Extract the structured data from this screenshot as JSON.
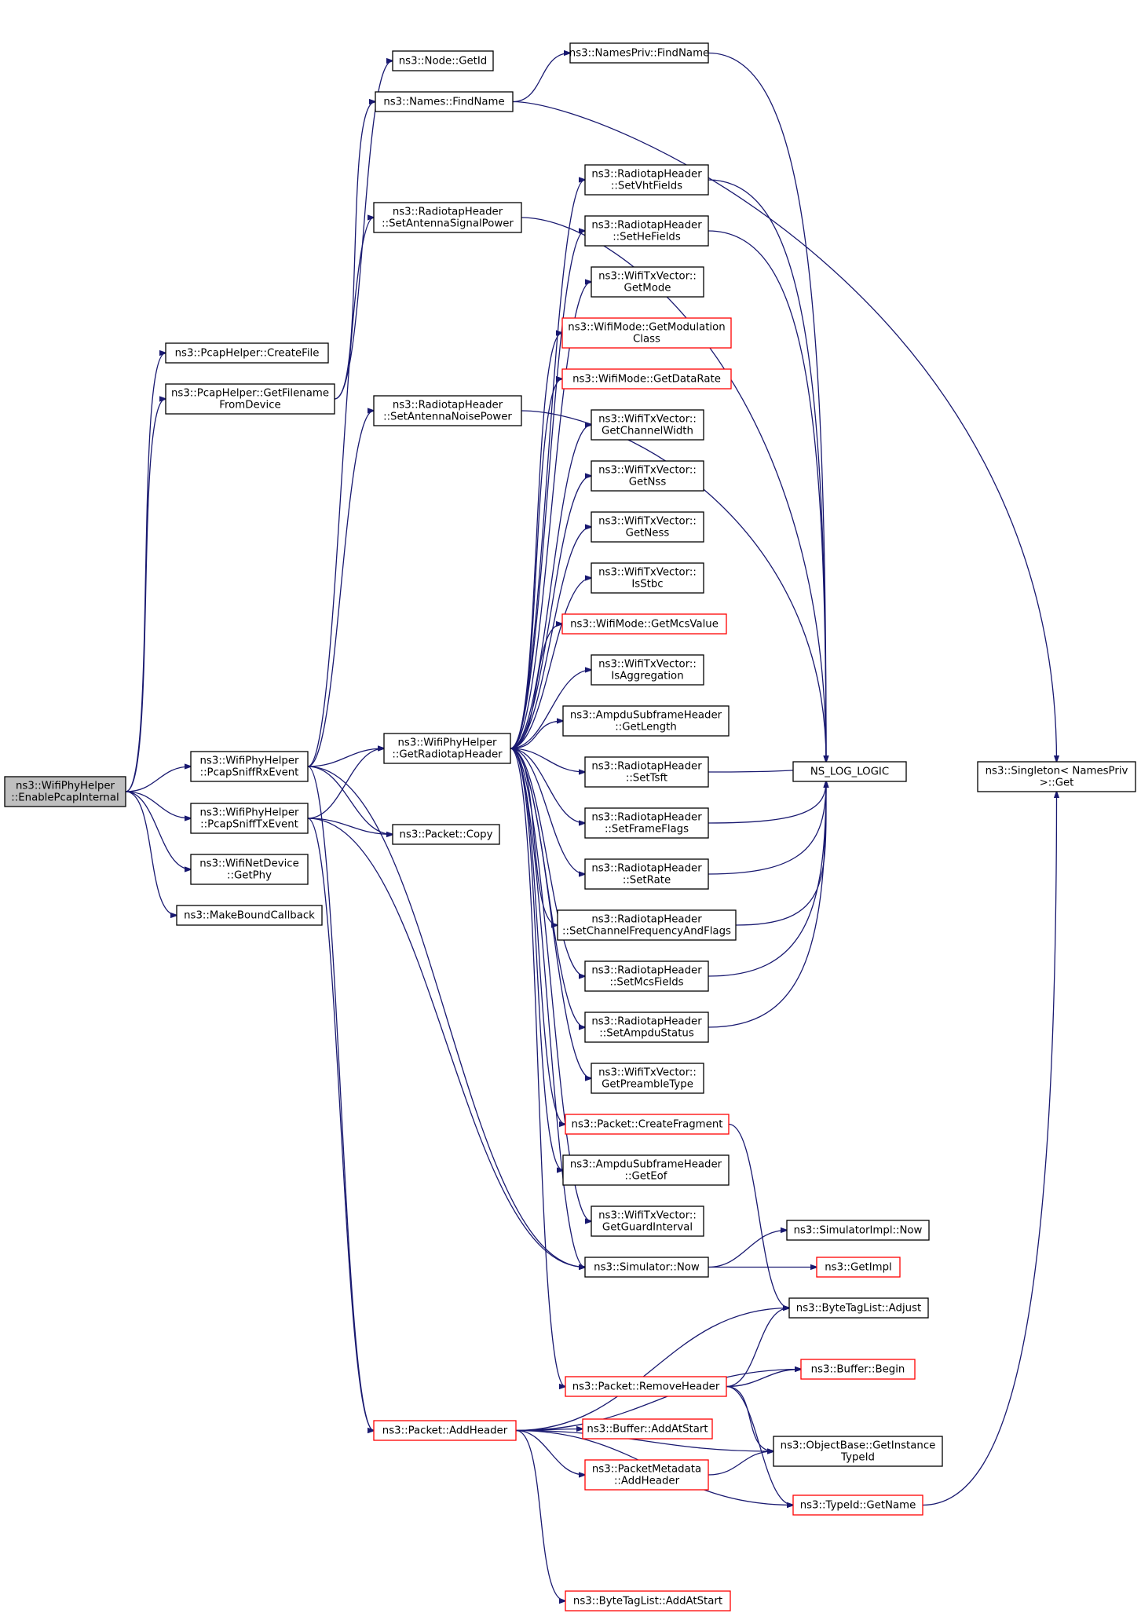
{
  "diagram": {
    "colors": {
      "edge": "#191970",
      "border": "#000000",
      "red_border": "#ff0000",
      "highlight_fill": "#bfbfbf",
      "fill": "#ffffff"
    },
    "nodes": [
      {
        "id": "enable",
        "lines": [
          "ns3::WifiPhyHelper",
          "::EnablePcapInternal"
        ],
        "style": "highlight"
      },
      {
        "id": "createfile",
        "lines": [
          "ns3::PcapHelper::CreateFile"
        ],
        "style": "normal"
      },
      {
        "id": "getfilename",
        "lines": [
          "ns3::PcapHelper::GetFilename",
          "FromDevice"
        ],
        "style": "normal"
      },
      {
        "id": "rxevent",
        "lines": [
          "ns3::WifiPhyHelper",
          "::PcapSniffRxEvent"
        ],
        "style": "normal"
      },
      {
        "id": "txevent",
        "lines": [
          "ns3::WifiPhyHelper",
          "::PcapSniffTxEvent"
        ],
        "style": "normal"
      },
      {
        "id": "getphy",
        "lines": [
          "ns3::WifiNetDevice",
          "::GetPhy"
        ],
        "style": "normal"
      },
      {
        "id": "makebound",
        "lines": [
          "ns3::MakeBoundCallback"
        ],
        "style": "normal"
      },
      {
        "id": "nodegetid",
        "lines": [
          "ns3::Node::GetId"
        ],
        "style": "normal"
      },
      {
        "id": "namesfind",
        "lines": [
          "ns3::Names::FindName"
        ],
        "style": "normal"
      },
      {
        "id": "nameprivfind",
        "lines": [
          "ns3::NamesPriv::FindName"
        ],
        "style": "normal"
      },
      {
        "id": "antsig",
        "lines": [
          "ns3::RadiotapHeader",
          "::SetAntennaSignalPower"
        ],
        "style": "normal"
      },
      {
        "id": "antnoise",
        "lines": [
          "ns3::RadiotapHeader",
          "::SetAntennaNoisePower"
        ],
        "style": "normal"
      },
      {
        "id": "getradiotap",
        "lines": [
          "ns3::WifiPhyHelper",
          "::GetRadiotapHeader"
        ],
        "style": "normal"
      },
      {
        "id": "pktcopy",
        "lines": [
          "ns3::Packet::Copy"
        ],
        "style": "normal"
      },
      {
        "id": "addheader",
        "lines": [
          "ns3::Packet::AddHeader"
        ],
        "style": "red"
      },
      {
        "id": "setvht",
        "lines": [
          "ns3::RadiotapHeader",
          "::SetVhtFields"
        ],
        "style": "normal"
      },
      {
        "id": "sethe",
        "lines": [
          "ns3::RadiotapHeader",
          "::SetHeFields"
        ],
        "style": "normal"
      },
      {
        "id": "getmode",
        "lines": [
          "ns3::WifiTxVector::",
          "GetMode"
        ],
        "style": "normal"
      },
      {
        "id": "getmodclass",
        "lines": [
          "ns3::WifiMode::GetModulation",
          "Class"
        ],
        "style": "red"
      },
      {
        "id": "getdatarate",
        "lines": [
          "ns3::WifiMode::GetDataRate"
        ],
        "style": "red"
      },
      {
        "id": "getchwidth",
        "lines": [
          "ns3::WifiTxVector::",
          "GetChannelWidth"
        ],
        "style": "normal"
      },
      {
        "id": "getnss",
        "lines": [
          "ns3::WifiTxVector::",
          "GetNss"
        ],
        "style": "normal"
      },
      {
        "id": "getness",
        "lines": [
          "ns3::WifiTxVector::",
          "GetNess"
        ],
        "style": "normal"
      },
      {
        "id": "isstbc",
        "lines": [
          "ns3::WifiTxVector::",
          "IsStbc"
        ],
        "style": "normal"
      },
      {
        "id": "getmcs",
        "lines": [
          "ns3::WifiMode::GetMcsValue"
        ],
        "style": "red"
      },
      {
        "id": "isaggr",
        "lines": [
          "ns3::WifiTxVector::",
          "IsAggregation"
        ],
        "style": "normal"
      },
      {
        "id": "ampdulen",
        "lines": [
          "ns3::AmpduSubframeHeader",
          "::GetLength"
        ],
        "style": "normal"
      },
      {
        "id": "settsft",
        "lines": [
          "ns3::RadiotapHeader",
          "::SetTsft"
        ],
        "style": "normal"
      },
      {
        "id": "setframeflags",
        "lines": [
          "ns3::RadiotapHeader",
          "::SetFrameFlags"
        ],
        "style": "normal"
      },
      {
        "id": "setrate",
        "lines": [
          "ns3::RadiotapHeader",
          "::SetRate"
        ],
        "style": "normal"
      },
      {
        "id": "setchfreq",
        "lines": [
          "ns3::RadiotapHeader",
          "::SetChannelFrequencyAndFlags"
        ],
        "style": "normal"
      },
      {
        "id": "setmcs",
        "lines": [
          "ns3::RadiotapHeader",
          "::SetMcsFields"
        ],
        "style": "normal"
      },
      {
        "id": "setampdu",
        "lines": [
          "ns3::RadiotapHeader",
          "::SetAmpduStatus"
        ],
        "style": "normal"
      },
      {
        "id": "getpreamble",
        "lines": [
          "ns3::WifiTxVector::",
          "GetPreambleType"
        ],
        "style": "normal"
      },
      {
        "id": "createfrag",
        "lines": [
          "ns3::Packet::CreateFragment"
        ],
        "style": "red"
      },
      {
        "id": "ampdueof",
        "lines": [
          "ns3::AmpduSubframeHeader",
          "::GetEof"
        ],
        "style": "normal"
      },
      {
        "id": "getguard",
        "lines": [
          "ns3::WifiTxVector::",
          "GetGuardInterval"
        ],
        "style": "normal"
      },
      {
        "id": "simnow",
        "lines": [
          "ns3::Simulator::Now"
        ],
        "style": "normal"
      },
      {
        "id": "removeheader",
        "lines": [
          "ns3::Packet::RemoveHeader"
        ],
        "style": "red"
      },
      {
        "id": "bufaddstart",
        "lines": [
          "ns3::Buffer::AddAtStart"
        ],
        "style": "red"
      },
      {
        "id": "pmaddheader",
        "lines": [
          "ns3::PacketMetadata",
          "::AddHeader"
        ],
        "style": "red"
      },
      {
        "id": "btladdstart",
        "lines": [
          "ns3::ByteTagList::AddAtStart"
        ],
        "style": "red"
      },
      {
        "id": "nslog",
        "lines": [
          "NS_LOG_LOGIC"
        ],
        "style": "normal"
      },
      {
        "id": "simimplnow",
        "lines": [
          "ns3::SimulatorImpl::Now"
        ],
        "style": "normal"
      },
      {
        "id": "getimpl",
        "lines": [
          "ns3::GetImpl"
        ],
        "style": "red"
      },
      {
        "id": "btladjust",
        "lines": [
          "ns3::ByteTagList::Adjust"
        ],
        "style": "normal"
      },
      {
        "id": "bufbegin",
        "lines": [
          "ns3::Buffer::Begin"
        ],
        "style": "red"
      },
      {
        "id": "objbase",
        "lines": [
          "ns3::ObjectBase::GetInstance",
          "TypeId"
        ],
        "style": "normal"
      },
      {
        "id": "typeidname",
        "lines": [
          "ns3::TypeId::GetName"
        ],
        "style": "red"
      },
      {
        "id": "singleton",
        "lines": [
          "ns3::Singleton< NamesPriv",
          " >::Get"
        ],
        "style": "normal"
      }
    ]
  }
}
